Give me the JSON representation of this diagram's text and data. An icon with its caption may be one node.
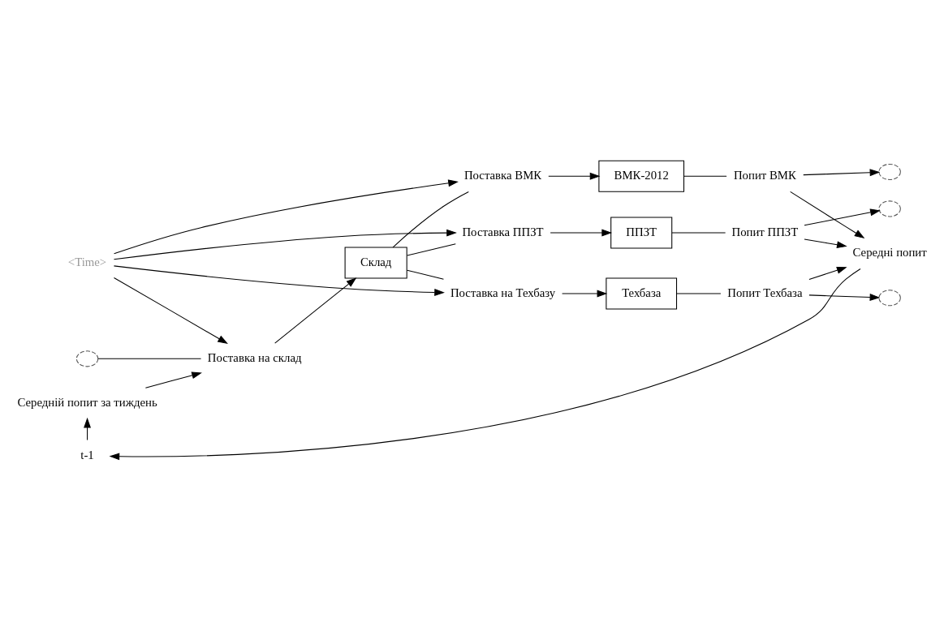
{
  "diagram": {
    "nodes": [
      {
        "text": [
          "<Time>"
        ]
      },
      {
        "text": [
          "Поставка на Техбазу"
        ]
      },
      {
        "text": [
          "Техбаза"
        ]
      },
      {
        "text": [
          "Попит Техбаза"
        ]
      },
      {
        "text": [],
        "shape": "cloud"
      },
      {
        "text": [
          "Поставка ППЗТ"
        ]
      },
      {
        "text": [
          "ППЗТ"
        ]
      },
      {
        "text": [
          "Попит ППЗТ"
        ]
      },
      {
        "text": [],
        "shape": "cloud"
      },
      {
        "text": [
          "Склад"
        ]
      },
      {
        "text": [
          "Поставка ВМК"
        ]
      },
      {
        "text": [
          "ВМК-2012"
        ]
      },
      {
        "text": [
          "Попит ВМК"
        ]
      },
      {
        "text": [],
        "shape": "cloud"
      },
      {
        "text": [
          "Поставка на склад"
        ]
      },
      {
        "text": [],
        "shape": "cloud"
      },
      {
        "text": [
          "Середні попит"
        ]
      },
      {
        "text": [
          "t-1"
        ]
      },
      {
        "text": [
          "Середній попит за тиждень"
        ]
      }
    ],
    "edges": [
      {
        "from": 9,
        "to": 1,
        "arrow": "none"
      },
      {
        "from": 1,
        "to": 2,
        "arrow": "to"
      },
      {
        "from": 2,
        "to": 3,
        "arrow": "none"
      },
      {
        "from": 3,
        "to": 4,
        "arrow": "to"
      },
      {
        "from": 9,
        "to": 5,
        "arrow": "none"
      },
      {
        "from": 5,
        "to": 6,
        "arrow": "to"
      },
      {
        "from": 6,
        "to": 7,
        "arrow": "none"
      },
      {
        "from": 7,
        "to": 8,
        "arrow": "to"
      },
      {
        "from": 9,
        "to": 10,
        "arrow": "none"
      },
      {
        "from": 10,
        "to": 11,
        "arrow": "to"
      },
      {
        "from": 11,
        "to": 12,
        "arrow": "none"
      },
      {
        "from": 12,
        "to": 13,
        "arrow": "to"
      },
      {
        "from": 15,
        "to": 14,
        "arrow": "none"
      },
      {
        "from": 14,
        "to": 9,
        "arrow": "to"
      },
      {
        "from": 0,
        "to": 1,
        "arrow": "to"
      },
      {
        "from": 0,
        "to": 5,
        "arrow": "to"
      },
      {
        "from": 0,
        "to": 10,
        "arrow": "to"
      },
      {
        "from": 0,
        "to": 14,
        "arrow": "to"
      },
      {
        "from": 3,
        "to": 16,
        "arrow": "to"
      },
      {
        "from": 7,
        "to": 16,
        "arrow": "to"
      },
      {
        "from": 12,
        "to": 16,
        "arrow": "to"
      },
      {
        "from": 16,
        "to": 17,
        "arrow": "to"
      },
      {
        "from": 17,
        "to": 18,
        "arrow": "to"
      },
      {
        "from": 18,
        "to": 14,
        "arrow": "to"
      }
    ]
  }
}
